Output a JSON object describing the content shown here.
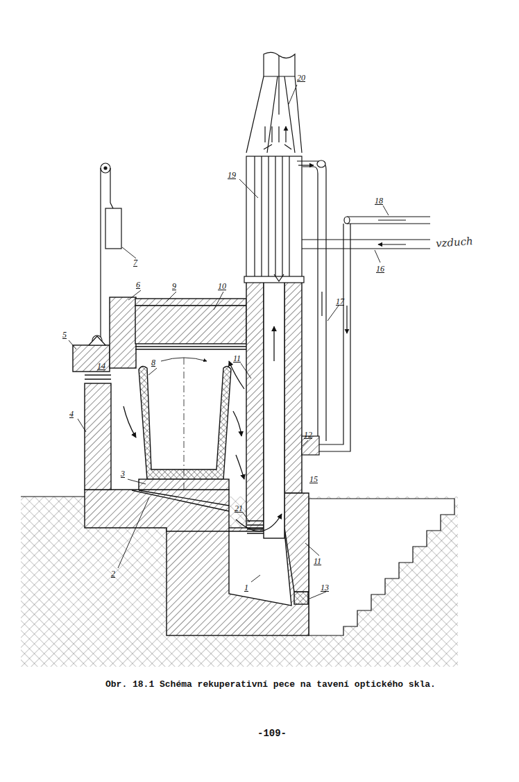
{
  "diagram": {
    "caption": "Obr. 18.1 Schéma rekuperativní pece na tavení optického skla.",
    "labels": [
      "20",
      "19",
      "18",
      "16",
      "vzduch",
      "7",
      "6",
      "9",
      "10",
      "17",
      "5",
      "14",
      "11",
      "8",
      "12",
      "4",
      "3",
      "15",
      "21",
      "2",
      "1",
      "11",
      "13",
      "-109-"
    ]
  }
}
